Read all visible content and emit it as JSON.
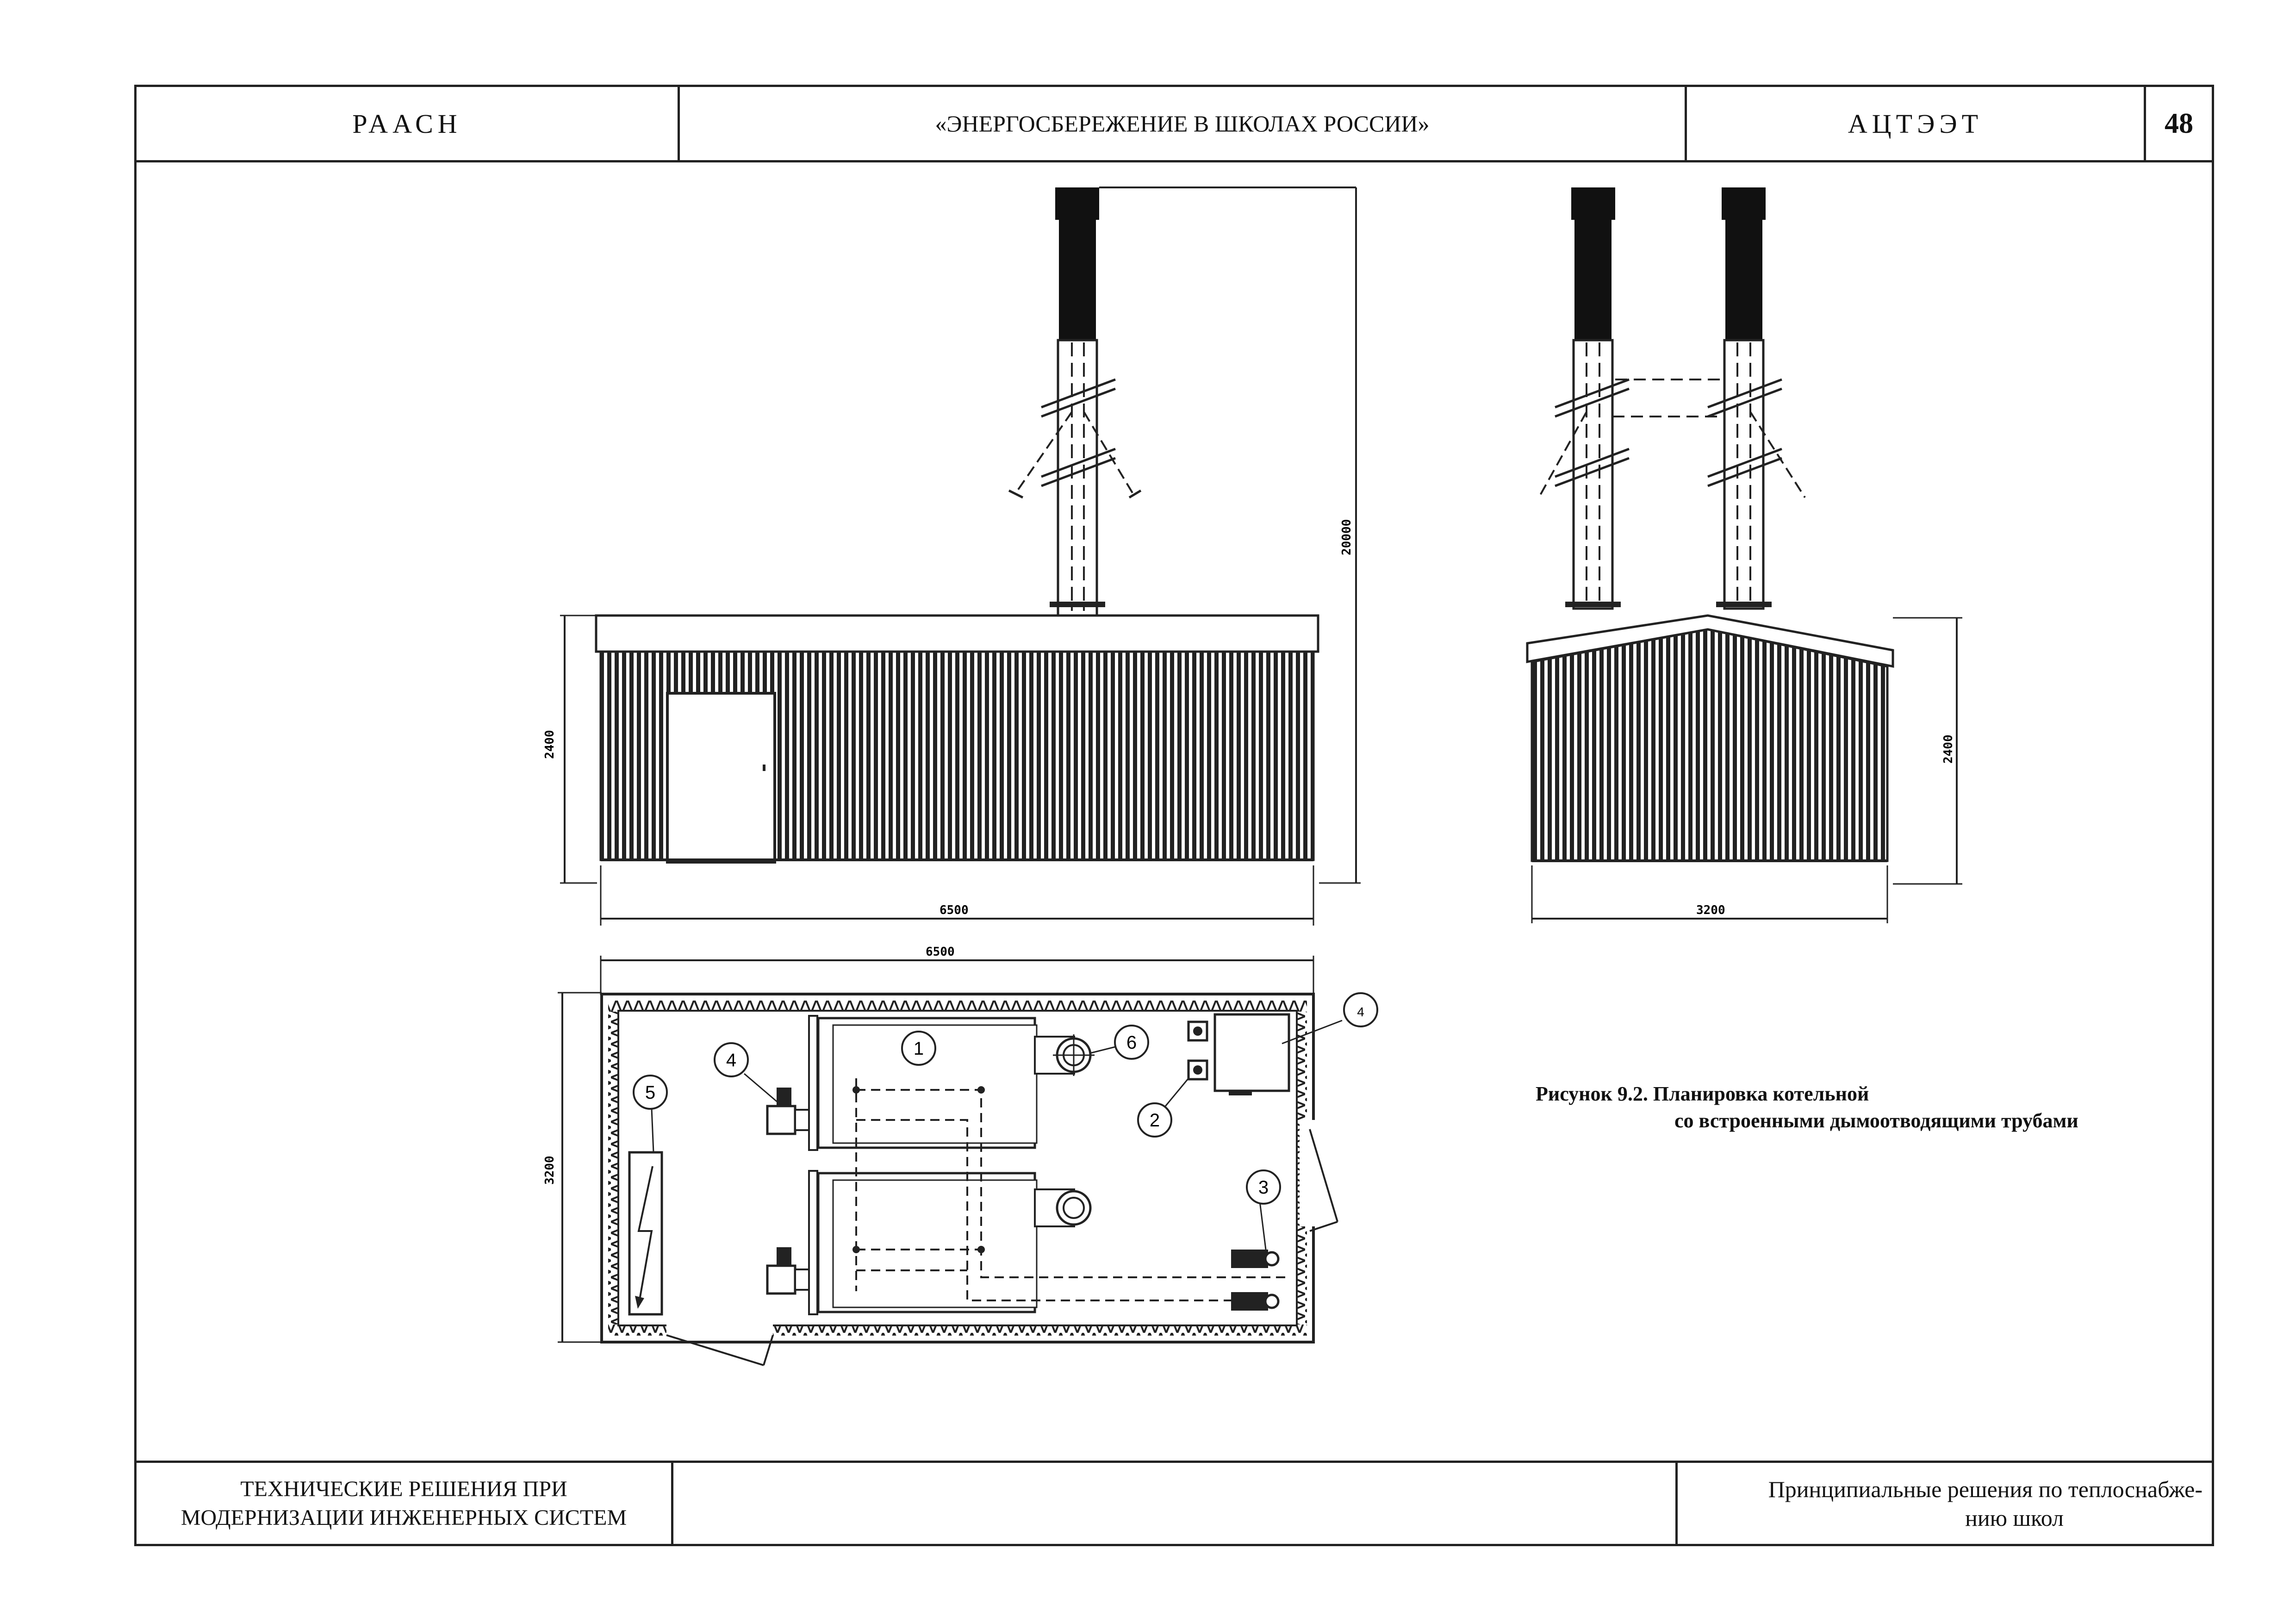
{
  "header": {
    "left": "РААСН",
    "center": "«ЭНЕРГОСБЕРЕЖЕНИЕ В ШКОЛАХ РОССИИ»",
    "right": "АЦТЭЭТ",
    "page_number": "48"
  },
  "footer": {
    "left_line1": "ТЕХНИЧЕСКИЕ РЕШЕНИЯ ПРИ",
    "left_line2": "МОДЕРНИЗАЦИИ ИНЖЕНЕРНЫХ СИСТЕМ",
    "middle": "",
    "right_line1": "Принципиальные решения по теплоснабже-",
    "right_line2": "нию школ"
  },
  "figure": {
    "caption_line1": "Рисунок 9.2. Планировка котельной",
    "caption_line2": "со встроенными дымоотводящими трубами",
    "dims": {
      "front_height": "2400",
      "front_length": "6500",
      "chimney_height": "20000",
      "side_height": "2400",
      "side_width": "3200",
      "plan_length": "6500",
      "plan_width": "3200"
    },
    "markers": [
      "1",
      "2",
      "3",
      "4",
      "5",
      "6",
      "4"
    ]
  }
}
